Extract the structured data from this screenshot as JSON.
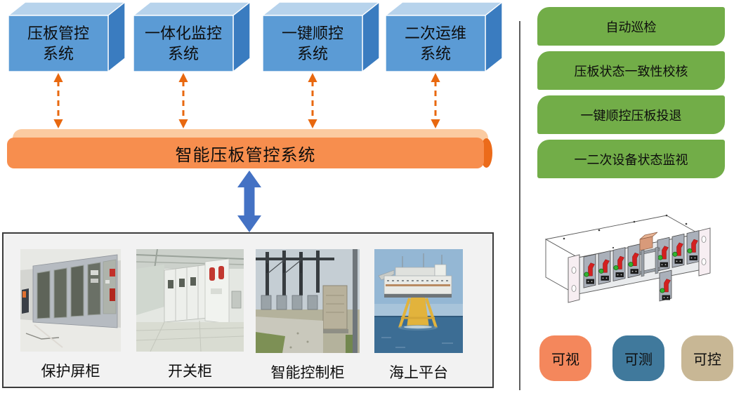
{
  "systems": [
    {
      "line1": "压板管控",
      "line2": "系统"
    },
    {
      "line1": "一体化监控",
      "line2": "系统"
    },
    {
      "line1": "一键顺控",
      "line2": "系统"
    },
    {
      "line1": "二次运维",
      "line2": "系统"
    }
  ],
  "platform": {
    "label": "智能压板管控系统"
  },
  "equipment": {
    "items": [
      {
        "label": "保护屏柜"
      },
      {
        "label": "开关柜"
      },
      {
        "label": "智能控制柜"
      },
      {
        "label": "海上平台"
      }
    ]
  },
  "features": [
    {
      "label": "自动巡检"
    },
    {
      "label": "压板状态一致性校核"
    },
    {
      "label": "一键顺控压板投退"
    },
    {
      "label": "一二次设备状态监视"
    }
  ],
  "capabilities": [
    {
      "label": "可视",
      "color": "#F4875C"
    },
    {
      "label": "可测",
      "color": "#40799C"
    },
    {
      "label": "可控",
      "color": "#C8B795"
    }
  ],
  "colors": {
    "system_box_front": "#5B9BD5",
    "system_box_top": "#B7D3EC",
    "system_box_side": "#3A7CC0",
    "platform_bar": "#F78E4E",
    "platform_bar_light": "#FBCBA1",
    "platform_bar_cap": "#EC6B1A",
    "connector_arrow": "#E8680F",
    "main_arrow": "#4472C4",
    "feature_box": "#72AD48",
    "panel_bg": "#F2F2F2"
  }
}
